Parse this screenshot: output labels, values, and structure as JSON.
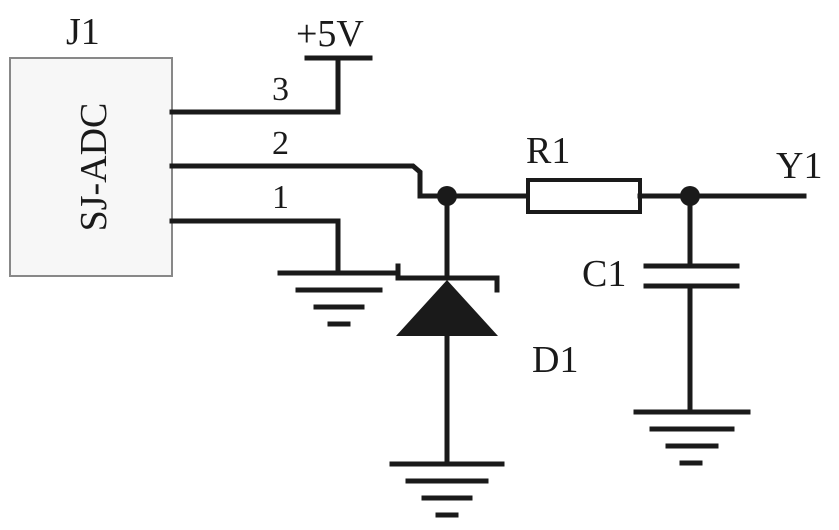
{
  "connector": {
    "ref": "J1",
    "part": "SJ-ADC",
    "pins": [
      "3",
      "2",
      "1"
    ]
  },
  "supply": {
    "label": "+5V"
  },
  "resistor": {
    "ref": "R1"
  },
  "capacitor": {
    "ref": "C1"
  },
  "diode": {
    "ref": "D1"
  },
  "output": {
    "label": "Y1"
  },
  "colors": {
    "ink": "#1a1a1a",
    "box_fill": "#f7f7f7",
    "box_stroke": "#888888"
  }
}
